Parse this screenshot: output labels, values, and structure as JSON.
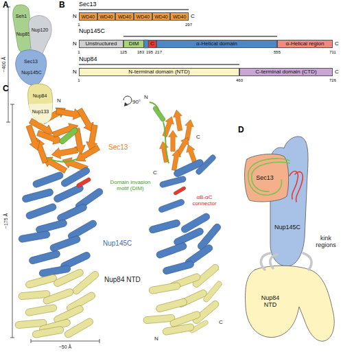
{
  "diagram": {
    "nodes": [
      {
        "text": [
          "Seh1",
          "Nup85"
        ]
      },
      {
        "text": [
          "Nup120"
        ]
      },
      {
        "text": [
          "Sec13",
          "Nup145C"
        ]
      },
      {
        "text": [
          "Nup84",
          "Nup133"
        ]
      },
      {
        "text": [
          "WD40"
        ]
      },
      {
        "text": [
          "WD40"
        ]
      },
      {
        "text": [
          "WD40"
        ]
      },
      {
        "text": [
          "WD40"
        ]
      },
      {
        "text": [
          "WD40"
        ]
      },
      {
        "text": [
          "WD40"
        ]
      },
      {
        "text": [
          "Unstructured"
        ]
      },
      {
        "text": [
          "DIM"
        ]
      },
      {
        "text": [
          "C"
        ]
      },
      {
        "text": [
          "α-Helical domain"
        ]
      },
      {
        "text": [
          "α-Helical region"
        ]
      },
      {
        "text": [
          "N-terminal domain (NTD)"
        ]
      },
      {
        "text": [
          "C-terminal domain (CTD)"
        ]
      },
      {
        "text": [
          "Sec13"
        ]
      },
      {
        "text": [
          "Nup145C"
        ]
      },
      {
        "text": [
          "Nup84 NTD"
        ]
      }
    ],
    "labels": [
      "A",
      "~400 Å",
      "B",
      "Sec13",
      "N",
      "C",
      "1",
      "297",
      "Nup145C",
      "N",
      "C",
      "1",
      "125",
      "183",
      "195",
      "217",
      "555",
      "711",
      "Nup84",
      "N",
      "C",
      "1",
      "460",
      "726",
      "C",
      "N",
      "Sec13",
      "Nup145C",
      "Nup84 NTD",
      "~175 Å",
      "~50 Å",
      "90°",
      "N",
      "C",
      "C",
      "Domain invasion motif (DIM)",
      "αB-αC connector",
      "C",
      "N",
      "D",
      "kink regions"
    ]
  }
}
